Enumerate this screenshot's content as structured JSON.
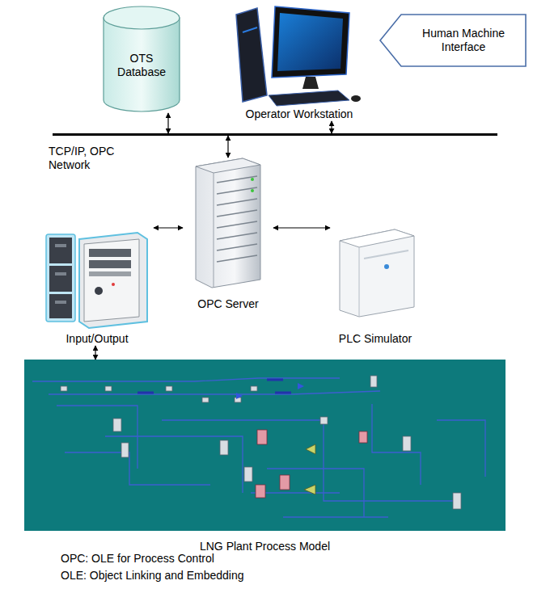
{
  "diagram": {
    "nodes": [
      {
        "text": [
          "OTS Database"
        ]
      },
      {
        "text": [
          "Operator Workstation"
        ]
      },
      {
        "text": [
          "Human Machine Interface"
        ]
      },
      {
        "text": [
          "TCP/IP, OPC Network"
        ]
      },
      {
        "text": [
          "OPC Server"
        ]
      },
      {
        "text": [
          "Input/Output"
        ]
      },
      {
        "text": [
          "PLC Simulator"
        ]
      },
      {
        "text": [
          "LNG Plant Process Model"
        ]
      }
    ],
    "edges": [
      {
        "from": 0,
        "to": 3,
        "arrow": "both"
      },
      {
        "from": 1,
        "to": 3,
        "arrow": "both"
      },
      {
        "from": 3,
        "to": 4,
        "arrow": "both"
      },
      {
        "from": 4,
        "to": 5,
        "arrow": "both"
      },
      {
        "from": 4,
        "to": 6,
        "arrow": "both"
      },
      {
        "from": 5,
        "to": 7,
        "arrow": "both"
      }
    ],
    "labels": [
      "OPC: OLE for Process Control",
      "OLE: Object Linking and Embedding"
    ]
  }
}
